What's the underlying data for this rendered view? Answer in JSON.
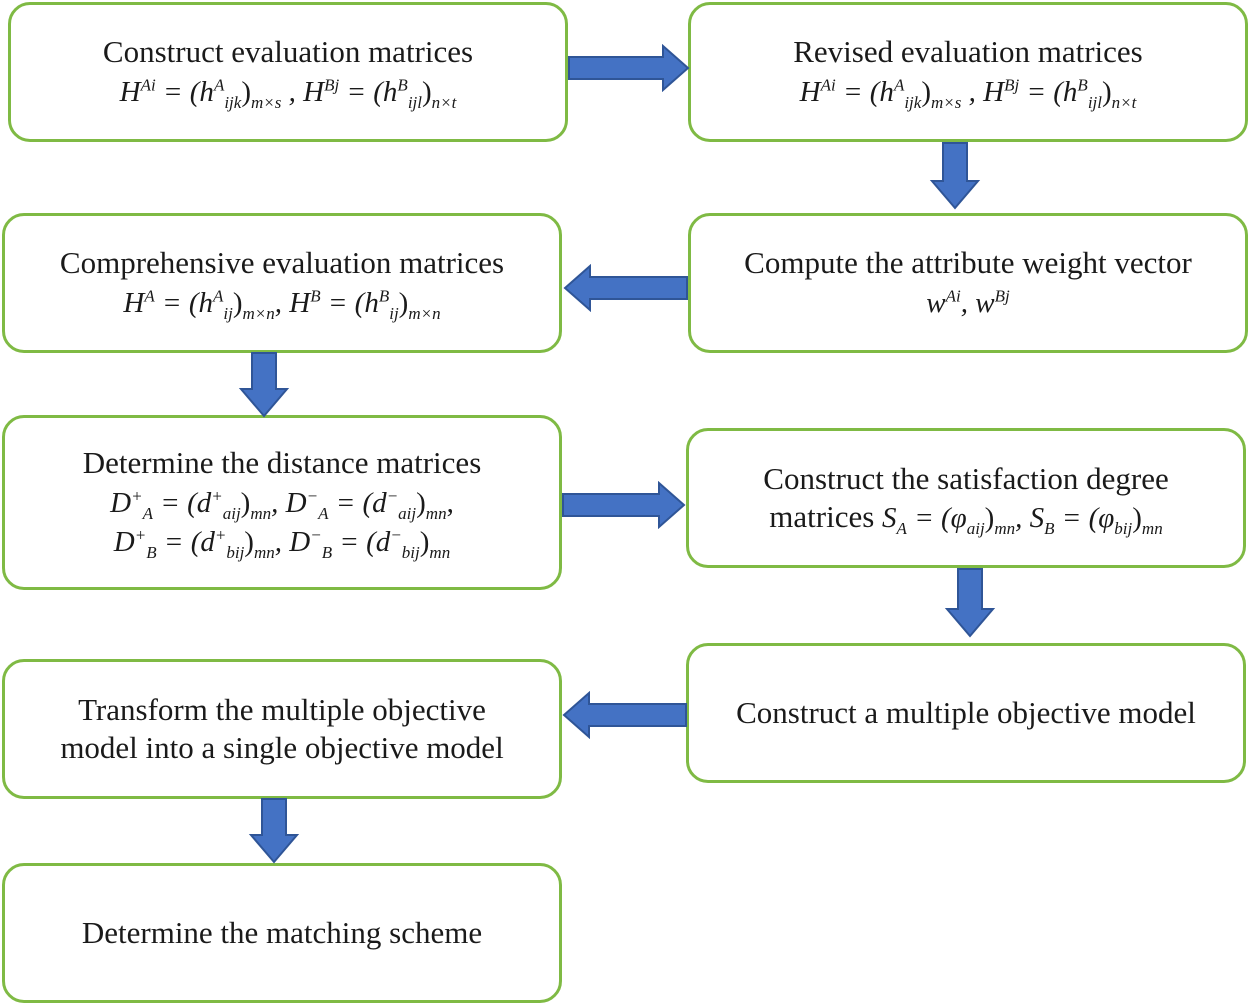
{
  "boxes": {
    "b1": {
      "title": "Construct evaluation matrices",
      "f1": "H",
      "f1_sup": "Ai",
      "f2": " = (h",
      "f2_sub": "ijk",
      "f2_sup": "A",
      "f3": ")",
      "f3_sub": "m×s",
      "f4": " ,  H",
      "f4_sup": "Bj",
      "f5": " = (h",
      "f5_sub": "ijl",
      "f5_sup": "B",
      "f6": ")",
      "f6_sub": "n×t"
    },
    "b2": {
      "title": "Revised evaluation matrices",
      "f1": "H",
      "f1_sup": "Ai",
      "f2": " = (h",
      "f2_sub": "ijk",
      "f2_sup": "A",
      "f3": ")",
      "f3_sub": "m×s",
      "f4": " ,  H",
      "f4_sup": "Bj",
      "f5": " = (h",
      "f5_sub": "ijl",
      "f5_sup": "B",
      "f6": ")",
      "f6_sub": "n×t"
    },
    "b3": {
      "title": "Compute the attribute weight vector",
      "f1": "w",
      "f1_sup": "Ai",
      "f2": ",  w",
      "f2_sup": "Bj"
    },
    "b4": {
      "title": "Comprehensive evaluation matrices",
      "f1": "H",
      "f1_sup": "A",
      "f2": " = (h",
      "f2_sub": "ij",
      "f2_sup": "A",
      "f3": ")",
      "f3_sub": "m×n",
      "f4": ",  H",
      "f4_sup": "B",
      "f5": " = (h",
      "f5_sub": "ij",
      "f5_sup": "B",
      "f6": ")",
      "f6_sub": "m×n"
    },
    "b5": {
      "title": "Determine the distance matrices",
      "l1a": "D",
      "l1a_sub": "A",
      "l1a_sup": "+",
      "l1b": " = (d",
      "l1b_sub": "aij",
      "l1b_sup": "+",
      "l1c": ")",
      "l1c_sub": "mn",
      "l1d": ", D",
      "l1d_sub": "A",
      "l1d_sup": "−",
      "l1e": " = (d",
      "l1e_sub": "aij",
      "l1e_sup": "−",
      "l1f": ")",
      "l1f_sub": "mn",
      "l1g": ",",
      "l2a": "D",
      "l2a_sub": "B",
      "l2a_sup": "+",
      "l2b": " = (d",
      "l2b_sub": "bij",
      "l2b_sup": "+",
      "l2c": ")",
      "l2c_sub": "mn",
      "l2d": ", D",
      "l2d_sub": "B",
      "l2d_sup": "−",
      "l2e": " = (d",
      "l2e_sub": "bij",
      "l2e_sup": "−",
      "l2f": ")",
      "l2f_sub": "mn"
    },
    "b6": {
      "title": "Construct the satisfaction degree",
      "line2": "matrices ",
      "f1": "S",
      "f1_sub": "A",
      "f2": " = (φ",
      "f2_sub": "aij",
      "f3": ")",
      "f3_sub": "mn",
      "f4": ", S",
      "f4_sub": "B",
      "f5": " = (φ",
      "f5_sub": "bij",
      "f6": ")",
      "f6_sub": "mn"
    },
    "b7": {
      "title": "Construct a multiple objective model"
    },
    "b8": {
      "line1": "Transform the multiple objective",
      "line2": "model into a single objective model"
    },
    "b9": {
      "title": "Determine the matching scheme"
    }
  },
  "colors": {
    "box_border": "#7fba44",
    "arrow_fill": "#4472c4",
    "arrow_stroke": "#2f5597"
  }
}
